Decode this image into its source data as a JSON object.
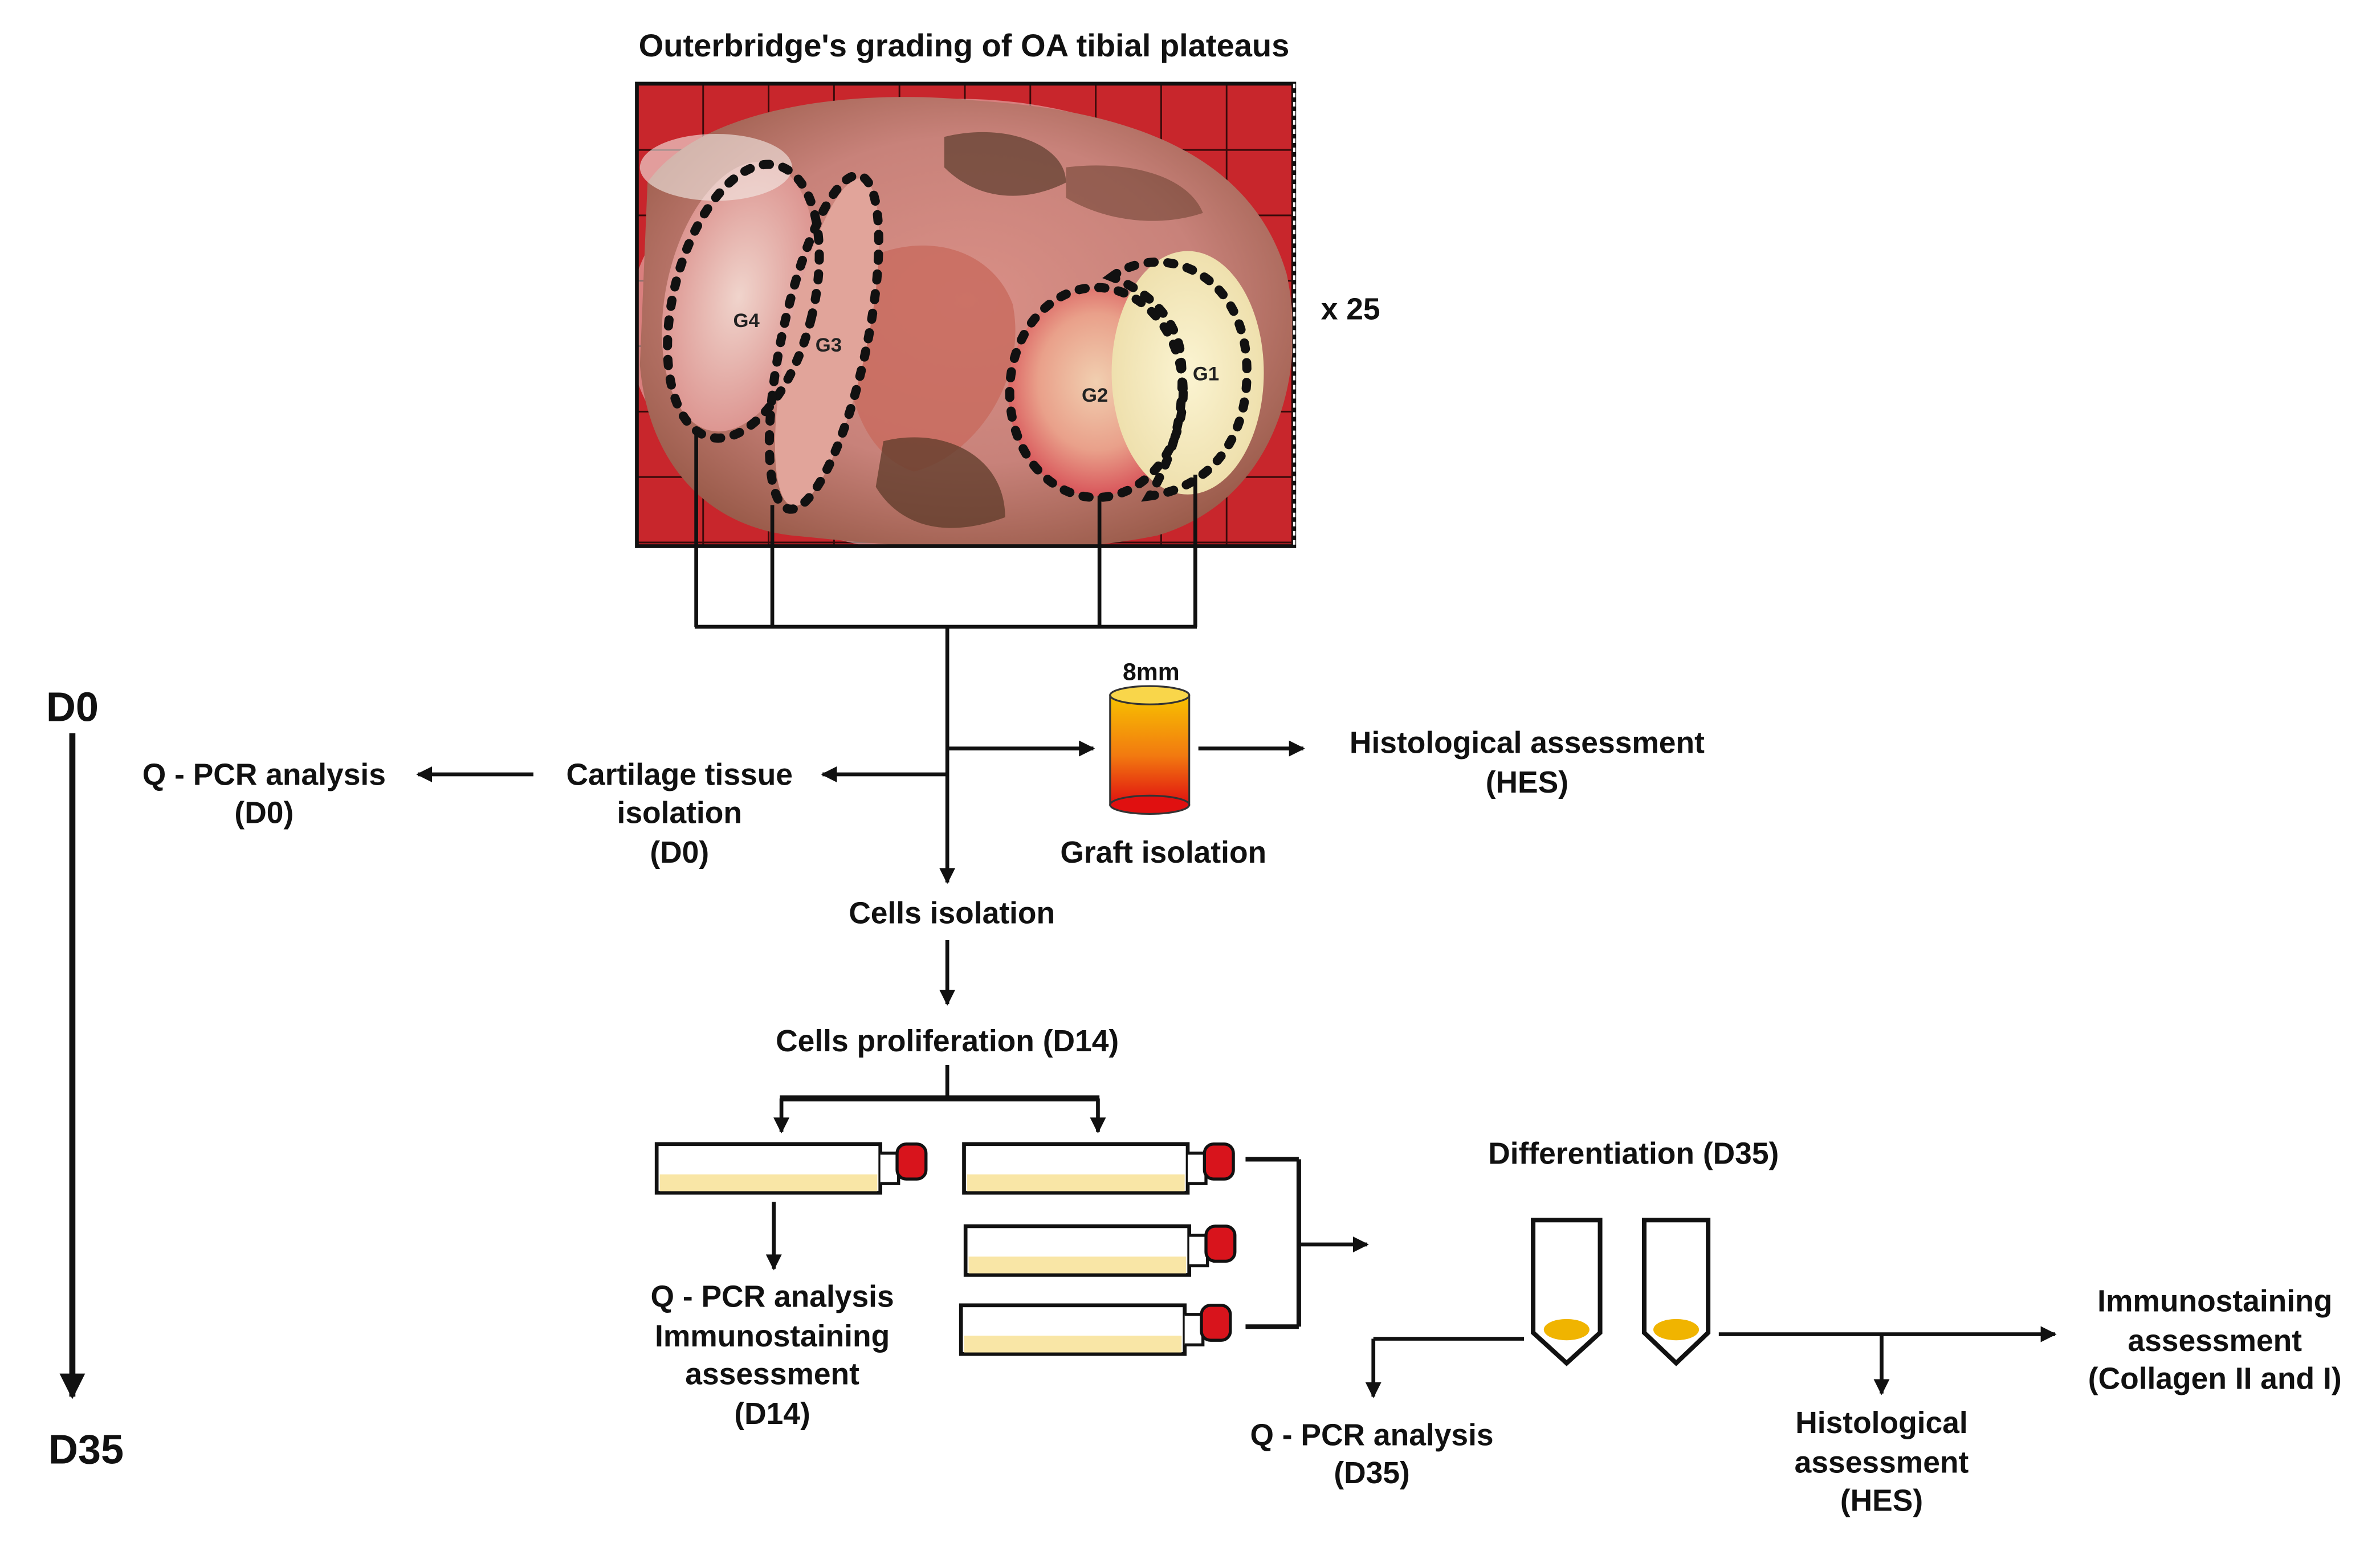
{
  "title": "Outerbridge's grading of OA tibial plateaus",
  "photo": {
    "multiplier": "x 25",
    "grades": [
      "G4",
      "G3",
      "G2",
      "G1"
    ]
  },
  "timeline": {
    "start": "D0",
    "end": "D35"
  },
  "graft": {
    "size": "8mm",
    "label": "Graft isolation"
  },
  "histo_d0": {
    "line1": "Histological assessment",
    "line2": "(HES)"
  },
  "cartilage": {
    "line1": "Cartilage tissue",
    "line2": "isolation",
    "line3": "(D0)"
  },
  "qpcr_d0": {
    "line1": "Q - PCR analysis",
    "line2": "(D0)"
  },
  "cells_isolation": "Cells isolation",
  "cells_proliferation": "Cells proliferation (D14)",
  "qpcr_d14": {
    "line1": "Q - PCR analysis",
    "line2": "Immunostaining",
    "line3": "assessment",
    "line4": "(D14)"
  },
  "differentiation": "Differentiation (D35)",
  "qpcr_d35": {
    "line1": "Q - PCR analysis",
    "line2": "(D35)"
  },
  "histo_d35": {
    "line1": "Histological",
    "line2": "assessment",
    "line3": "(HES)"
  },
  "immuno_d35": {
    "line1": "Immunostaining",
    "line2": "assessment",
    "line3": "(Collagen II and I)"
  },
  "colors": {
    "grid_red": "#c8262c",
    "cap_red": "#d8141c",
    "medium_yellow": "#f9e6a6",
    "pellet": "#f0b400",
    "graft_top": "#f7c200",
    "graft_bottom": "#e01010"
  }
}
